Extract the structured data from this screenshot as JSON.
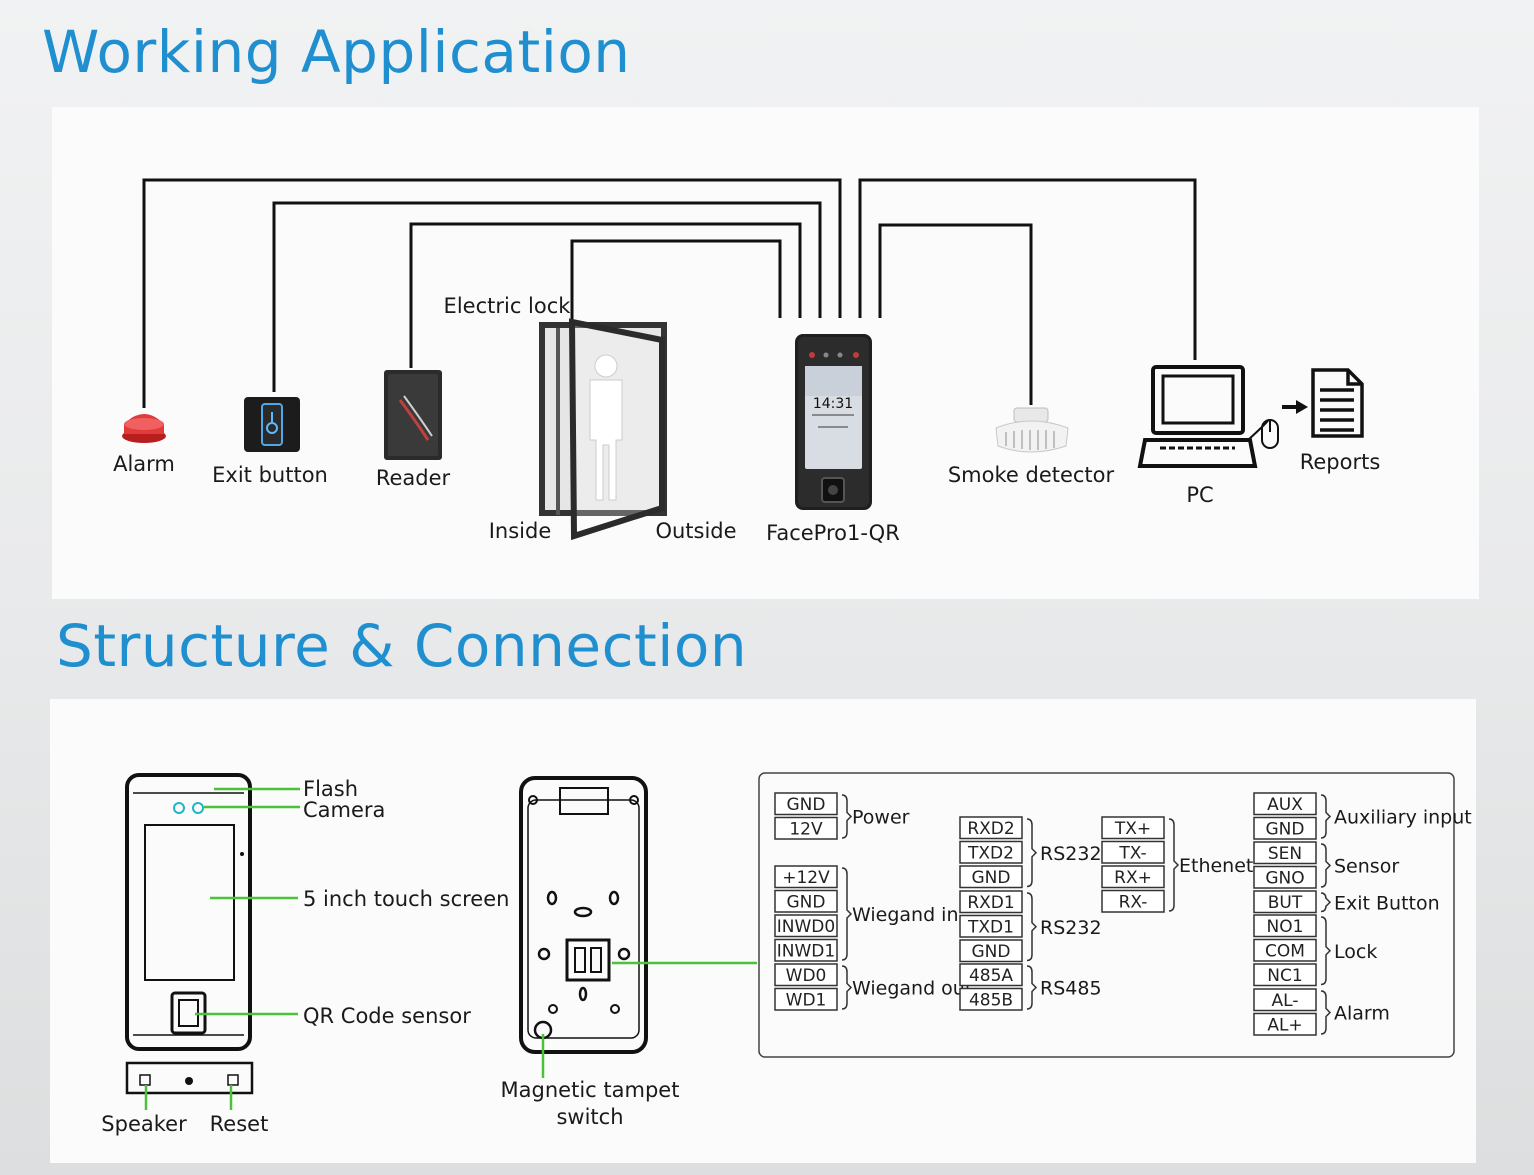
{
  "sections": {
    "app_title": "Working Application",
    "structure_title": "Structure & Connection"
  },
  "app": {
    "devices": {
      "alarm": "Alarm",
      "exit_button": "Exit button",
      "reader": "Reader",
      "electric_lock": "Electric lock",
      "inside": "Inside",
      "outside": "Outside",
      "facepro": "FacePro1-QR",
      "smoke_detector": "Smoke detector",
      "pc": "PC",
      "reports": "Reports"
    },
    "screen_time": "14:31"
  },
  "structure": {
    "front": {
      "flash": "Flash",
      "camera": "Camera",
      "screen": "5 inch touch screen",
      "qr": "QR Code sensor",
      "speaker": "Speaker",
      "reset": "Reset"
    },
    "back": {
      "tamper_line1": "Magnetic tampet",
      "tamper_line2": "switch"
    },
    "terminals": {
      "col1": [
        {
          "label": "Power",
          "pins": [
            "GND",
            "12V"
          ]
        },
        {
          "label": "Wiegand in",
          "pins": [
            "+12V",
            "GND",
            "INWD0",
            "INWD1"
          ]
        },
        {
          "label": "Wiegand out",
          "pins": [
            "WD0",
            "WD1"
          ]
        }
      ],
      "col2": [
        {
          "label": "RS232",
          "pins": [
            "RXD2",
            "TXD2",
            "GND"
          ]
        },
        {
          "label": "RS232",
          "pins": [
            "RXD1",
            "TXD1",
            "GND"
          ]
        },
        {
          "label": "RS485",
          "pins": [
            "485A",
            "485B"
          ]
        }
      ],
      "col3": [
        {
          "label": "Ethenet",
          "pins": [
            "TX+",
            "TX-",
            "RX+",
            "RX-"
          ]
        }
      ],
      "col4": [
        {
          "label": "Auxiliary input",
          "pins": [
            "AUX",
            "GND"
          ]
        },
        {
          "label": "Sensor",
          "pins": [
            "SEN",
            "GNO"
          ]
        },
        {
          "label": "Exit Button",
          "pins": [
            "BUT"
          ]
        },
        {
          "label": "Lock",
          "pins": [
            "NO1",
            "COM",
            "NC1"
          ]
        },
        {
          "label": "Alarm",
          "pins": [
            "AL-",
            "AL+"
          ]
        }
      ]
    }
  },
  "colors": {
    "title": "#1f8fcf",
    "wire": "#111111",
    "leader": "#4cc23a"
  }
}
